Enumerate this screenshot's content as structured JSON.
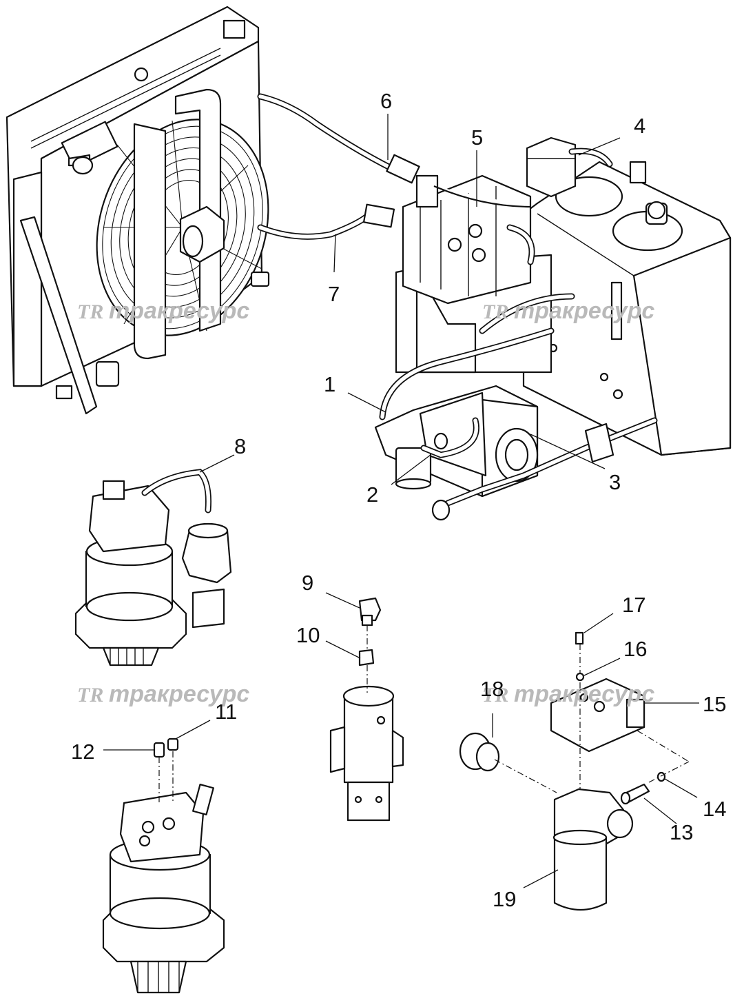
{
  "watermark": {
    "logo_mark": "TR",
    "brand_text": "тракресурс"
  },
  "callouts": [
    {
      "id": "1",
      "label": "1"
    },
    {
      "id": "2",
      "label": "2"
    },
    {
      "id": "3",
      "label": "3"
    },
    {
      "id": "4",
      "label": "4"
    },
    {
      "id": "5",
      "label": "5"
    },
    {
      "id": "6",
      "label": "6"
    },
    {
      "id": "7",
      "label": "7"
    },
    {
      "id": "8",
      "label": "8"
    },
    {
      "id": "9",
      "label": "9"
    },
    {
      "id": "10",
      "label": "10"
    },
    {
      "id": "11",
      "label": "11"
    },
    {
      "id": "12",
      "label": "12"
    },
    {
      "id": "13",
      "label": "13"
    },
    {
      "id": "14",
      "label": "14"
    },
    {
      "id": "15",
      "label": "15"
    },
    {
      "id": "16",
      "label": "16"
    },
    {
      "id": "17",
      "label": "17"
    },
    {
      "id": "18",
      "label": "18"
    },
    {
      "id": "19",
      "label": "19"
    }
  ],
  "colors": {
    "line": "#111111",
    "background": "#ffffff",
    "watermark": "#b9b9b9"
  }
}
